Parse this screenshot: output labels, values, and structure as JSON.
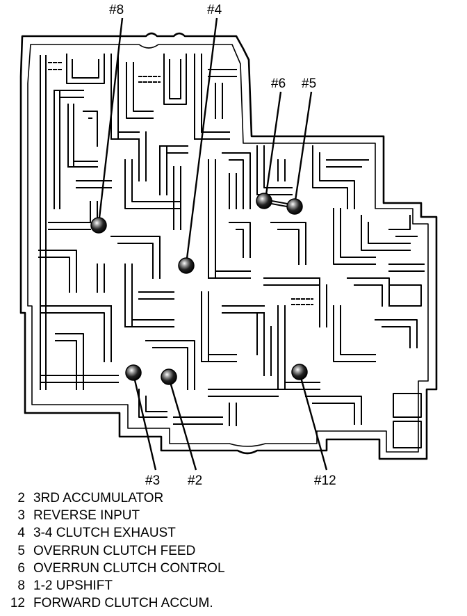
{
  "diagram": {
    "callouts": [
      {
        "id": "8",
        "text": "#8"
      },
      {
        "id": "4",
        "text": "#4"
      },
      {
        "id": "6",
        "text": "#6"
      },
      {
        "id": "5",
        "text": "#5"
      },
      {
        "id": "3",
        "text": "#3"
      },
      {
        "id": "2",
        "text": "#2"
      },
      {
        "id": "12",
        "text": "#12"
      }
    ]
  },
  "legend": [
    {
      "num": "2",
      "label": "3RD ACCUMULATOR"
    },
    {
      "num": "3",
      "label": "REVERSE INPUT"
    },
    {
      "num": "4",
      "label": "3-4 CLUTCH EXHAUST"
    },
    {
      "num": "5",
      "label": "OVERRUN CLUTCH FEED"
    },
    {
      "num": "6",
      "label": "OVERRUN CLUTCH CONTROL"
    },
    {
      "num": "8",
      "label": "1-2 UPSHIFT"
    },
    {
      "num": "12",
      "label": "FORWARD CLUTCH ACCUM."
    }
  ]
}
